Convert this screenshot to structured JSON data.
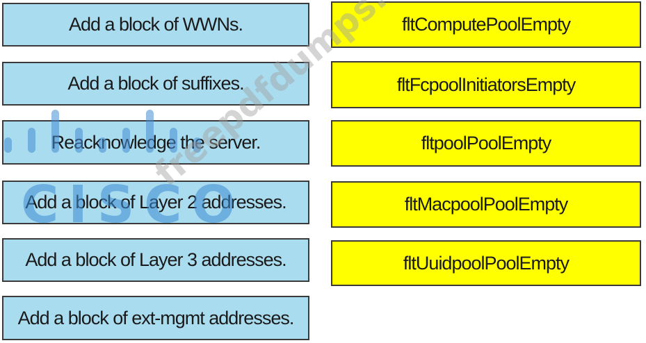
{
  "left_items": [
    "Add a block of WWNs.",
    "Add a block of suffixes.",
    "Reacknowledge the server.",
    "Add a block of Layer 2 addresses.",
    "Add a block of  Layer 3 addresses.",
    "Add a block of ext-mgmt addresses."
  ],
  "right_items": [
    "fltComputePoolEmpty",
    "fltFcpoolInitiatorsEmpty",
    "fltpoolPoolEmpty",
    "fltMacpoolPoolEmpty",
    "fltUuidpoolPoolEmpty"
  ],
  "watermark": {
    "logo_text": "CISCO",
    "site_text": "freepdfdumps.com"
  },
  "colors": {
    "left_box": "#a9dcef",
    "right_box": "#ffff00",
    "border": "#3a3a3a",
    "logo": "#3c8cd2"
  }
}
